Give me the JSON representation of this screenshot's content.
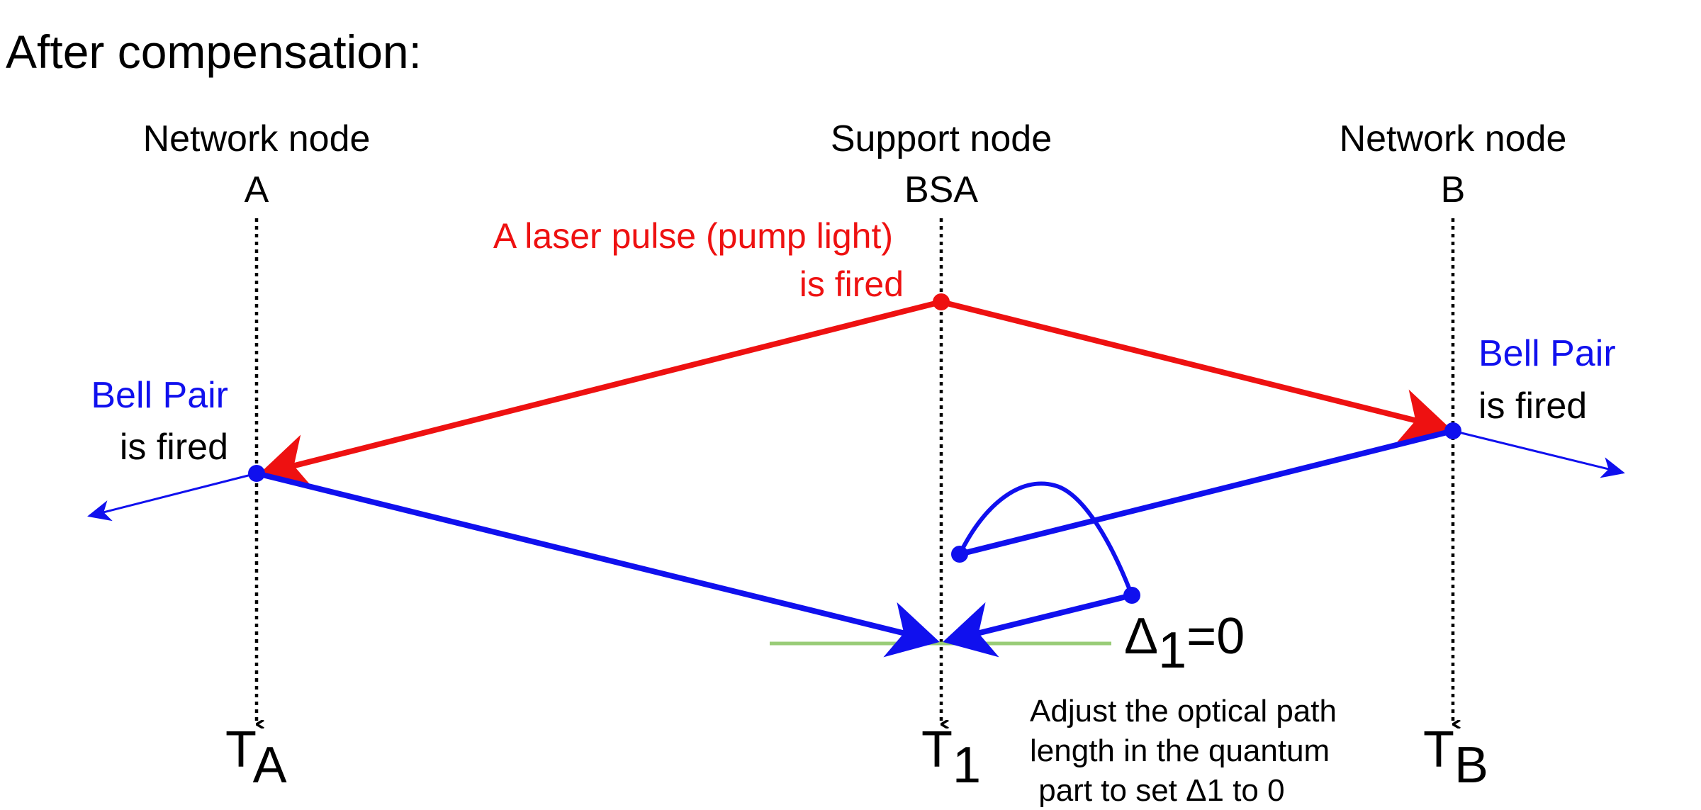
{
  "title": "After compensation:",
  "nodes": {
    "a": {
      "role": "Network node",
      "name": "A",
      "time_label": "T",
      "time_sub": "A"
    },
    "bsa": {
      "role": "Support node",
      "name": "BSA",
      "time_label": "T",
      "time_sub": "1"
    },
    "b": {
      "role": "Network node",
      "name": "B",
      "time_label": "T",
      "time_sub": "B"
    }
  },
  "annotations": {
    "pump_line1": "A laser pulse (pump light)",
    "pump_line2": "is fired",
    "bell_a_line1": "Bell Pair",
    "bell_a_line2": "is fired",
    "bell_b_line1": "Bell Pair",
    "bell_b_line2": "is fired",
    "delta_symbol": "Δ",
    "delta_sub": "1",
    "delta_value": "=0",
    "adjust_line1": "Adjust the optical path",
    "adjust_line2": "length in the quantum",
    "adjust_line3": " part to set Δ1 to 0"
  },
  "colors": {
    "pump": "#ee1111",
    "photon": "#1010ee",
    "timeline": "#000000",
    "sync_line": "#99cc77",
    "text": "#000000"
  }
}
